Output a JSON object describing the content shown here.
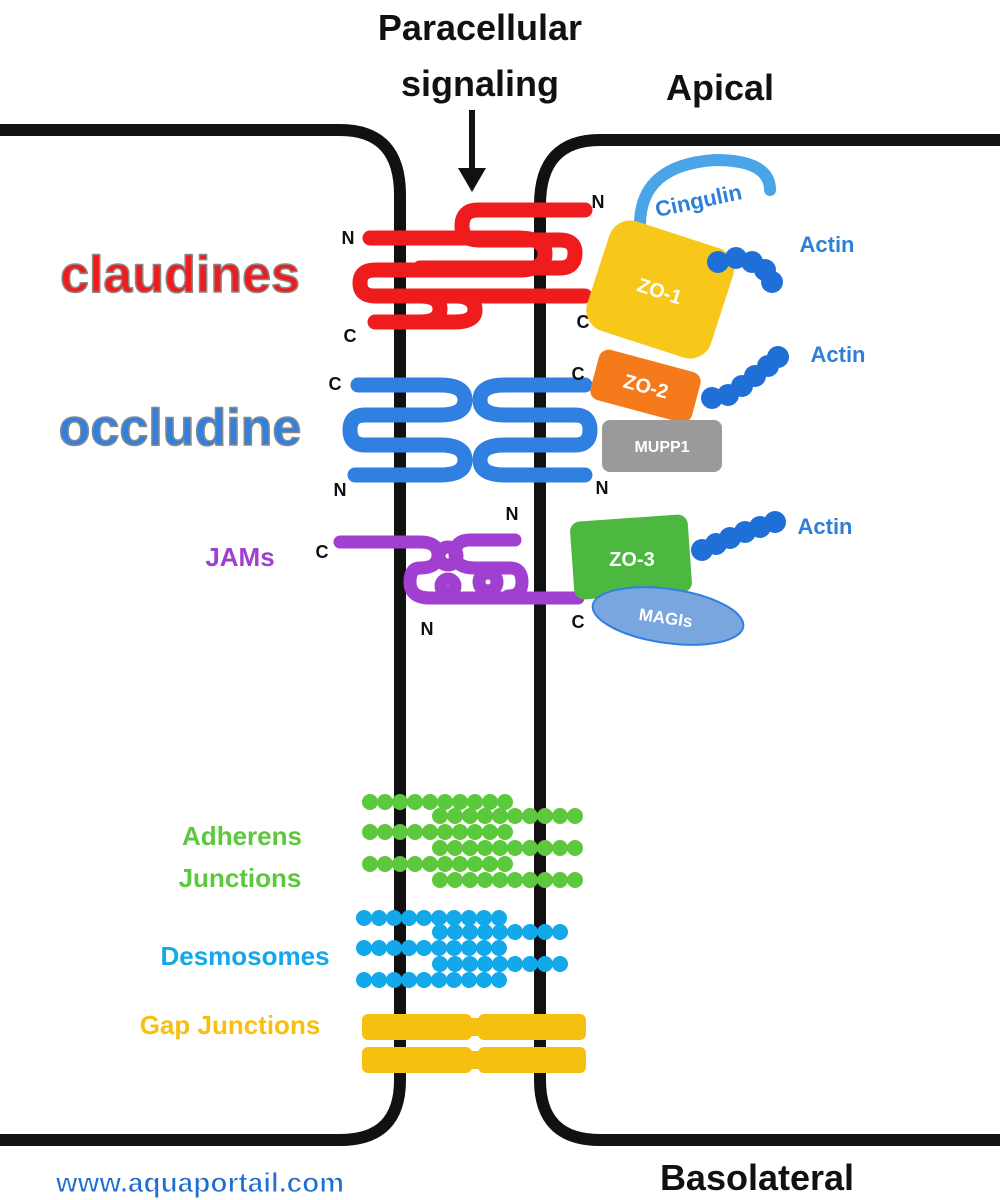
{
  "header": {
    "paracellular_line1": "Paracellular",
    "paracellular_line2": "signaling",
    "apical": "Apical",
    "basolateral": "Basolateral"
  },
  "labels": {
    "claudines": "claudines",
    "occludine": "occludine",
    "jams": "JAMs",
    "adherens_line1": "Adherens",
    "adherens_line2": "Junctions",
    "desmosomes": "Desmosomes",
    "gap_junctions": "Gap Junctions"
  },
  "proteins": {
    "cingulin": "Cingulin",
    "zo1": "ZO-1",
    "zo2": "ZO-2",
    "zo3": "ZO-3",
    "mupp1": "MUPP1",
    "magis": "MAGIs",
    "actin": "Actin"
  },
  "termini": {
    "n": "N",
    "c": "C"
  },
  "watermark": "www.aquaportail.com",
  "colors": {
    "claudin": "#ee1c1c",
    "occludin": "#2f80e0",
    "jam": "#a03fd0",
    "adherens": "#5cc83c",
    "desmosome": "#12a8ea",
    "gap": "#f5c010",
    "zo1": "#f7c81a",
    "zo2": "#f47a1c",
    "zo3": "#4cb840",
    "mupp1": "#9a9a9a",
    "magis": "#7aa6e0",
    "actin": "#1f6fd8",
    "cingulin": "#4aa4e8"
  }
}
